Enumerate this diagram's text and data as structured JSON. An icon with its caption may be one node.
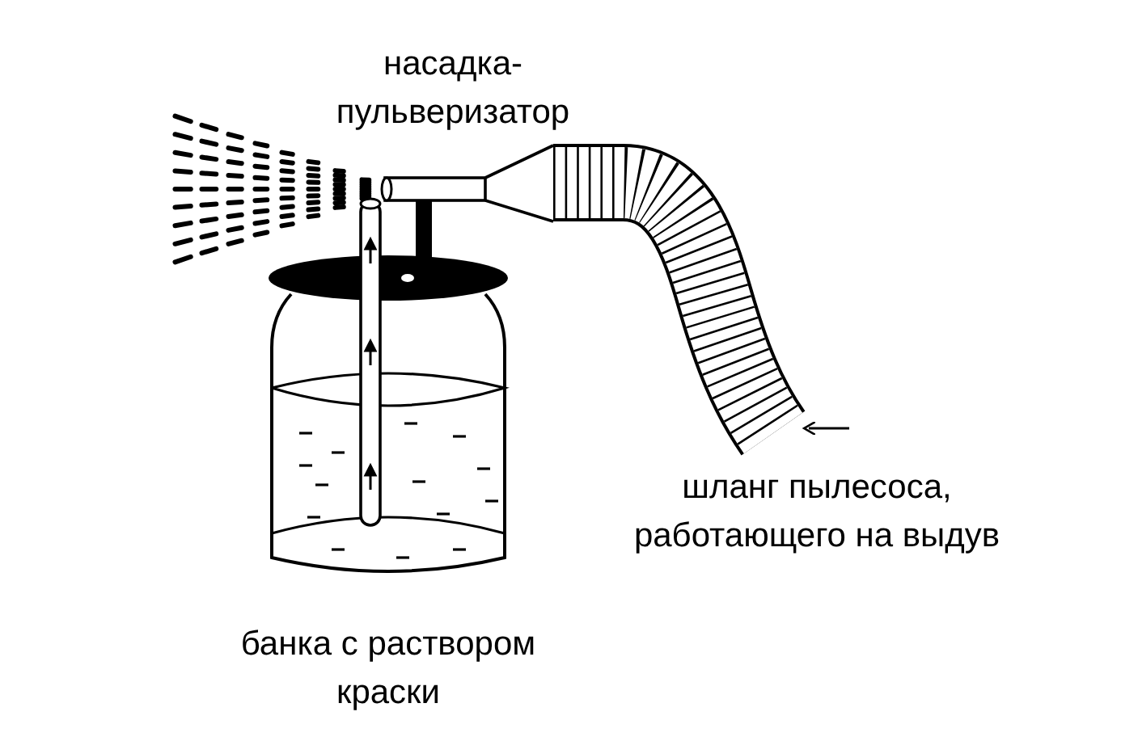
{
  "diagram": {
    "labels": [
      "насадка-пульверизатор",
      "шланг пылесоса, работающего на выдув",
      "банка с раствором краски"
    ]
  }
}
